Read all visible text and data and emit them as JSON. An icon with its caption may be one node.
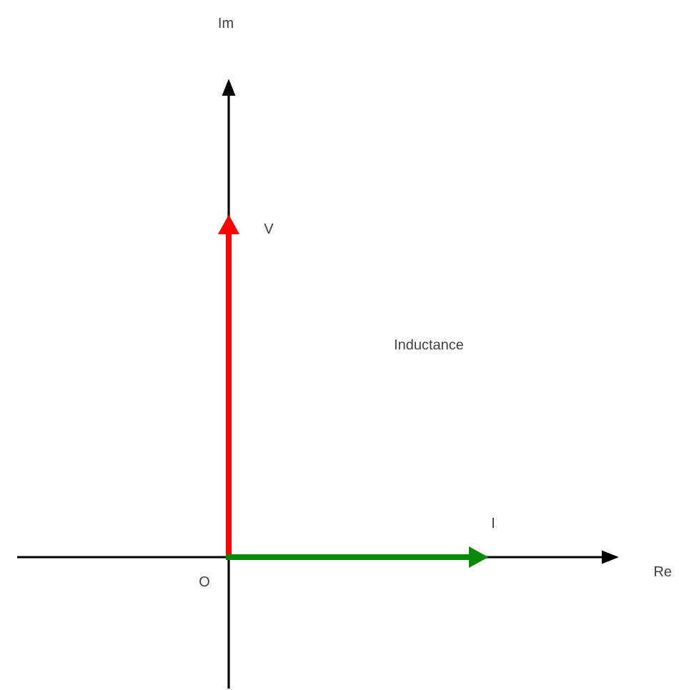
{
  "diagram": {
    "labels": [
      "Im",
      "V",
      "Inductance",
      "I",
      "Re",
      "O"
    ]
  }
}
